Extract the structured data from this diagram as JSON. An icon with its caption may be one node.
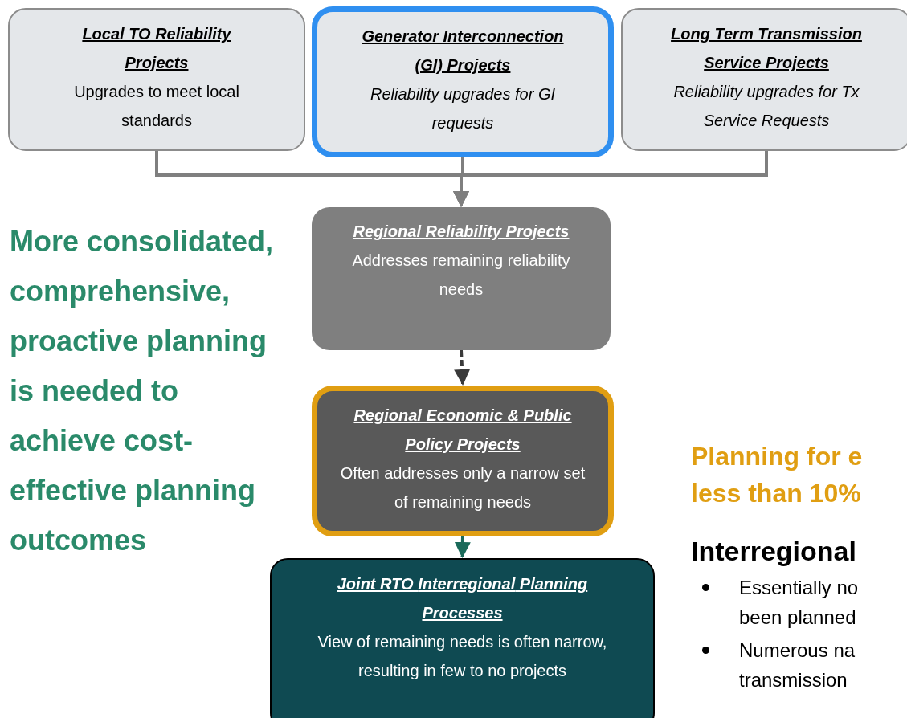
{
  "diagram": {
    "nodes": [
      {
        "text": [
          "Local TO Reliability Projects",
          "Upgrades to meet local standards"
        ]
      },
      {
        "text": [
          "Generator Interconnection (GI) Projects",
          "*Reliability upgrades for GI requests*"
        ]
      },
      {
        "text": [
          "Long Term Transmission Service Projects",
          "*Reliability upgrades for Tx Service Requests*"
        ]
      },
      {
        "text": [
          "Regional Reliability Projects",
          "Addresses remaining reliability needs"
        ]
      },
      {
        "text": [
          "Regional Economic & Public Policy Projects",
          "Often addresses only a narrow set of remaining needs"
        ]
      },
      {
        "text": [
          "Joint RTO *Interregional* Planning Processes",
          "View of remaining needs is often narrow, resulting in few to no projects"
        ]
      }
    ],
    "edges": [
      {
        "from": 0,
        "to": 3,
        "arrow": "to"
      },
      {
        "from": 1,
        "to": 3,
        "arrow": "to"
      },
      {
        "from": 2,
        "to": 3,
        "arrow": "to"
      },
      {
        "from": 3,
        "to": 4,
        "arrow": "to",
        "style": "dashed",
        "color": "#3a3a3a"
      },
      {
        "from": 4,
        "to": 5,
        "arrow": "to",
        "style": "dashed",
        "color": "#1a6a5a"
      }
    ],
    "labels": [
      "More consolidated, comprehensive, proactive planning is needed to achieve cost-effective planning outcomes",
      "Planning for e",
      "less than 10%",
      "Interregional",
      "Essentially no",
      "been planned",
      "Numerous na",
      "transmission"
    ]
  }
}
